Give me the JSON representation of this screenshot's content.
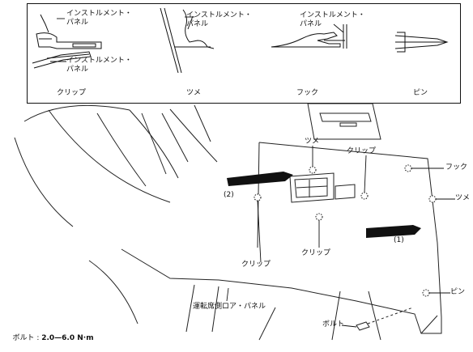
{
  "legend": {
    "panel_word": "インストルメント・\nパネル",
    "clip_top_label": "インストルメント・\nパネル",
    "clip_bottom_label": "インストルメント・\nパネル",
    "claw_label": "インストルメント・\nパネル",
    "hook_label": "インストルメント・\nパネル",
    "captions": {
      "clip": "クリップ",
      "claw": "ツメ",
      "hook": "フック",
      "pin": "ピン"
    }
  },
  "diagram": {
    "callouts": {
      "claw_top": "ツメ",
      "clip_top": "クリップ",
      "hook_right": "フック",
      "claw_right": "ツメ",
      "clip_center": "クリップ",
      "clip_left": "クリップ",
      "pin_right": "ピン",
      "bolt": "ボルト",
      "panel_name": "運転席側ロア・パネル",
      "arrow_1": "(1)",
      "arrow_2": "(2)"
    },
    "torque": {
      "label": "ボルト : ",
      "value": "2.0—6.0 N·m"
    }
  }
}
